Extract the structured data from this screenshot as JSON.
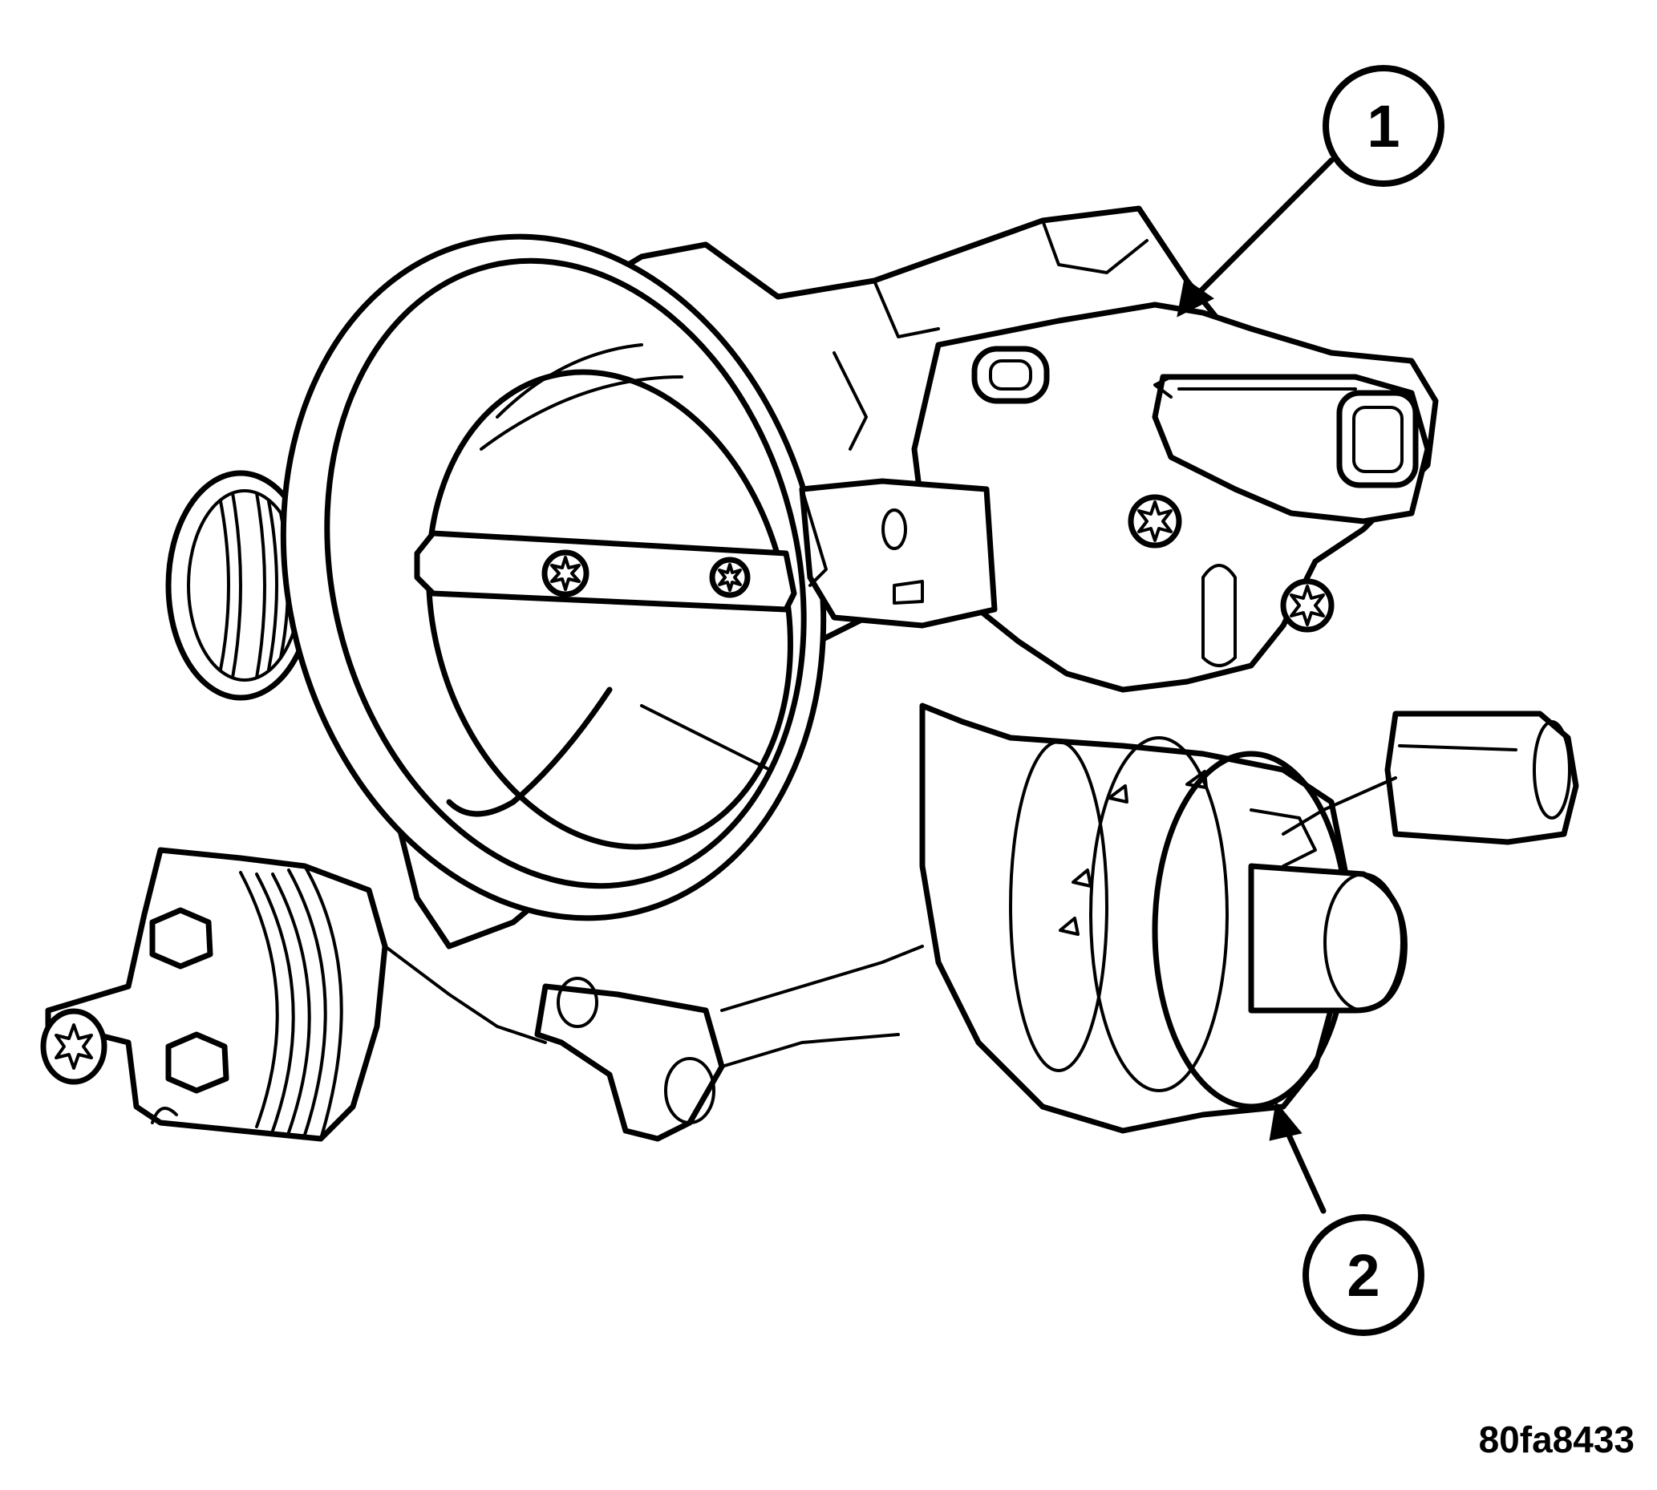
{
  "callouts": [
    {
      "number": "1"
    },
    {
      "number": "2"
    }
  ],
  "figure_id": "80fa8433",
  "colors": {
    "ink": "#000000",
    "background": "#ffffff"
  }
}
